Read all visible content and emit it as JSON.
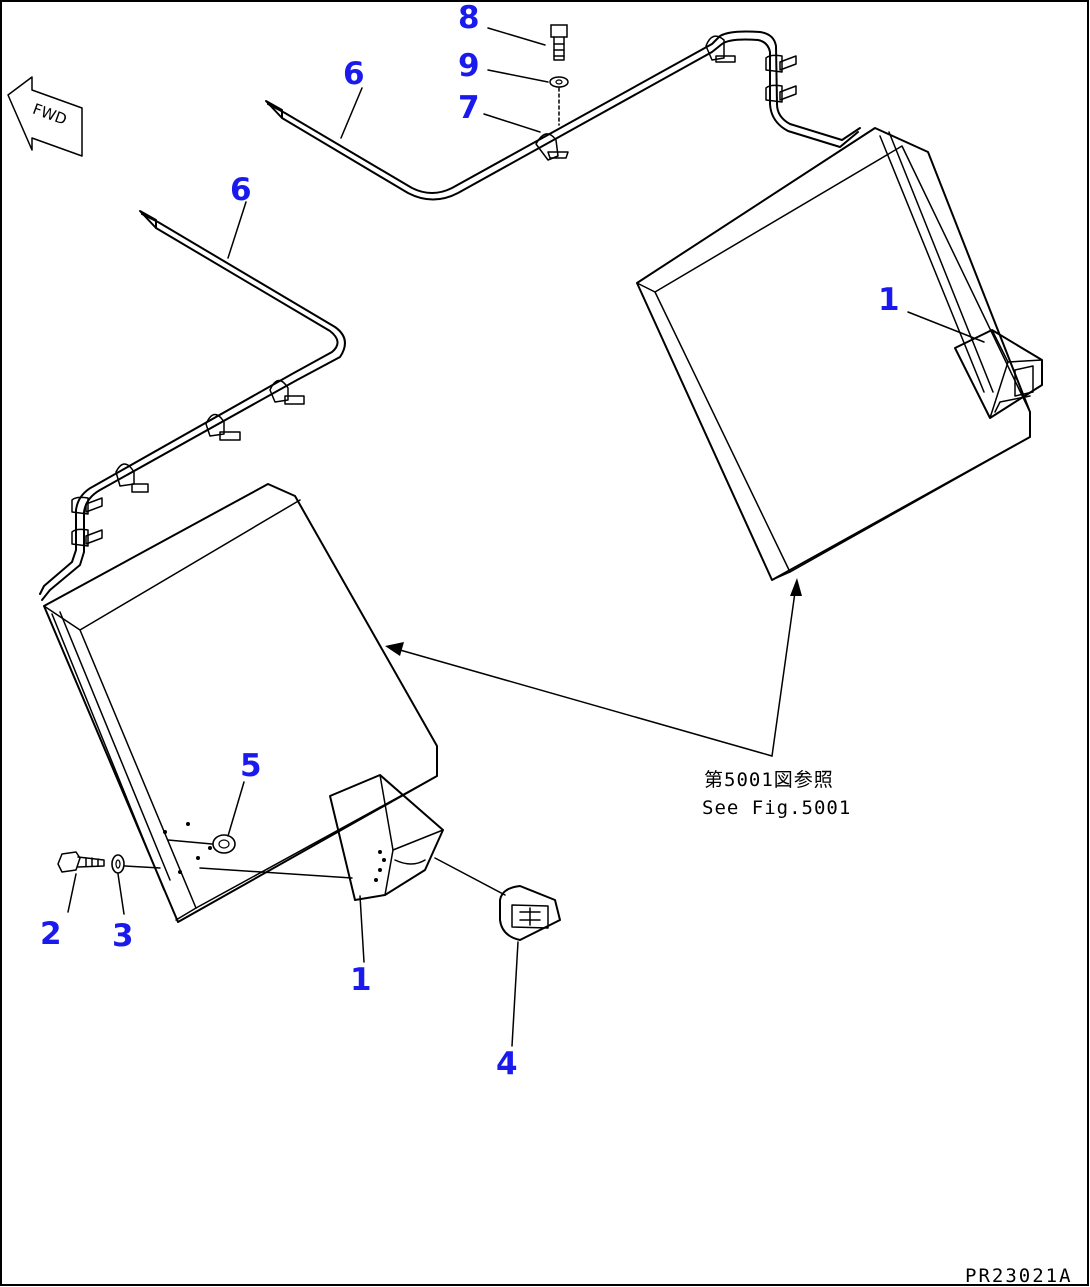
{
  "fwd_label": "FWD",
  "callouts": {
    "c8": "8",
    "c9": "9",
    "c7": "7",
    "c6a": "6",
    "c6b": "6",
    "c1a": "1",
    "c5": "5",
    "c2": "2",
    "c3": "3",
    "c1b": "1",
    "c4": "4"
  },
  "reference_note": {
    "line1": "第5001図参照",
    "line2": "See Fig.5001"
  },
  "drawing_code": "PR23021A"
}
